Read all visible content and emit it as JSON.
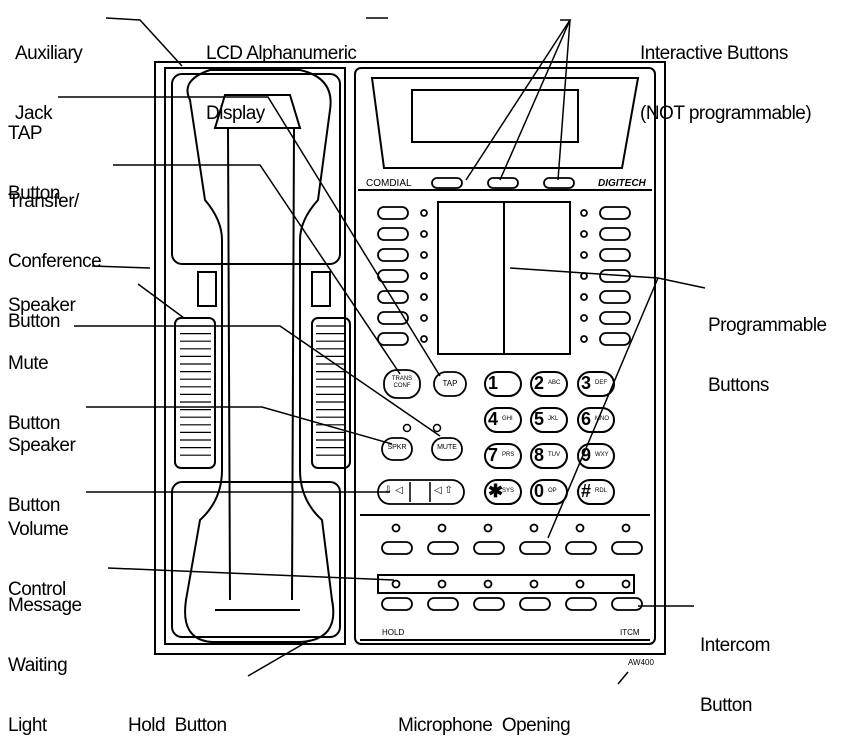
{
  "labels": {
    "auxiliary_jack": [
      "Auxiliary",
      "Jack"
    ],
    "lcd_display": [
      "LCD Alphanumeric",
      "Display"
    ],
    "interactive_buttons": [
      "Interactive Buttons",
      "(NOT programmable)"
    ],
    "tap_button": [
      "TAP",
      "Button"
    ],
    "transfer_conference": [
      "Transfer/",
      "Conference",
      "Button"
    ],
    "speaker": [
      "Speaker"
    ],
    "mute_button": [
      "Mute",
      "Button"
    ],
    "speaker_button": [
      "Speaker",
      "Button"
    ],
    "volume_control": [
      "Volume",
      "Control"
    ],
    "message_waiting": [
      "Message",
      "Waiting",
      "Light"
    ],
    "programmable_buttons": [
      "Programmable",
      "Buttons"
    ],
    "intercom_button": [
      "Intercom",
      "Button"
    ],
    "hold_button": [
      "Hold  Button"
    ],
    "microphone_opening": [
      "Microphone  Opening"
    ]
  },
  "phone": {
    "brand_left": "COMDIAL",
    "brand_right": "DIGITECH",
    "hold_strip": "HOLD",
    "itcm_strip": "ITCM",
    "trans_conf": [
      "TRANS",
      "CONF"
    ],
    "tap": "TAP",
    "spkr": "SPKR",
    "mute": "MUTE",
    "figure_code": "AW400"
  },
  "keypad": [
    {
      "digit": "1",
      "sub": ""
    },
    {
      "digit": "2",
      "sub": "ABC"
    },
    {
      "digit": "3",
      "sub": "DEF"
    },
    {
      "digit": "4",
      "sub": "GHI"
    },
    {
      "digit": "5",
      "sub": "JKL"
    },
    {
      "digit": "6",
      "sub": "MNO"
    },
    {
      "digit": "7",
      "sub": "PRS"
    },
    {
      "digit": "8",
      "sub": "TUV"
    },
    {
      "digit": "9",
      "sub": "WXY"
    },
    {
      "digit": "✱",
      "sub": "SYS"
    },
    {
      "digit": "0",
      "sub": "OP"
    },
    {
      "digit": "#",
      "sub": "RDL"
    }
  ]
}
